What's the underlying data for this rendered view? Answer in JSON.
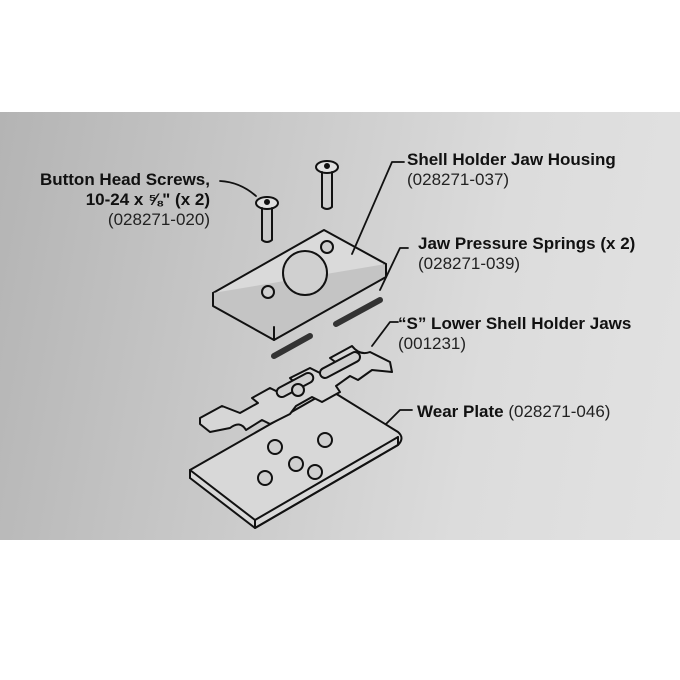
{
  "diagram": {
    "type": "exploded-parts-view",
    "background_band_color": "#c8c8c8",
    "labels": [
      {
        "id": "button-head-screws",
        "name": "Button Head Screws,",
        "spec": "10-24 x ⅝\" (x 2)",
        "part_number": "(028271-020)"
      },
      {
        "id": "shell-holder-jaw-housing",
        "name": "Shell Holder Jaw Housing",
        "part_number": "(028271-037)"
      },
      {
        "id": "jaw-pressure-springs",
        "name": "Jaw Pressure Springs (x 2)",
        "part_number": "(028271-039)"
      },
      {
        "id": "s-lower-shell-holder-jaws",
        "name": "“S” Lower Shell Holder Jaws",
        "part_number": "(001231)"
      },
      {
        "id": "wear-plate",
        "name": "Wear Plate",
        "part_number": "(028271-046)"
      }
    ]
  }
}
